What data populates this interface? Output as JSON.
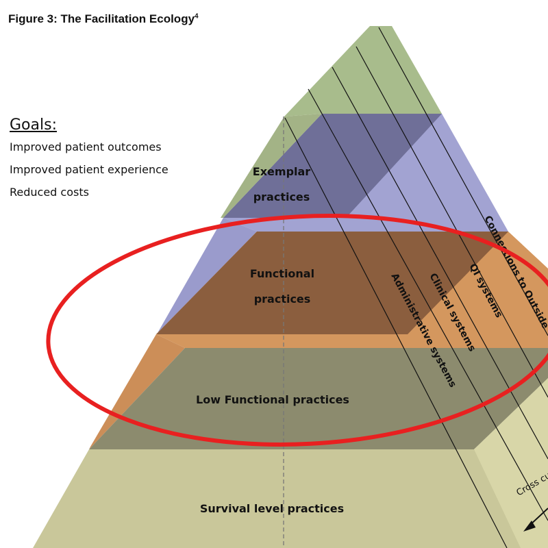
{
  "figure": {
    "title": "Figure 3:  The Facilitation Ecology",
    "title_superscript": "4"
  },
  "goals": {
    "heading": "Goals:",
    "items": [
      "Improved patient outcomes",
      "Improved patient experience",
      "Reduced costs"
    ]
  },
  "levels": [
    {
      "lines": [
        "Exemplar",
        "practices"
      ],
      "color": "#a3b386"
    },
    {
      "lines": [
        "Functional",
        "practices"
      ],
      "color": "#8b5e3e"
    },
    {
      "lines": [
        "Low Functional practices"
      ],
      "color": "#8c8b6e"
    },
    {
      "lines": [
        "Survival level practices"
      ],
      "color": "#c9c79a"
    }
  ],
  "cross_cutting": {
    "systems": [
      "Administrative systems",
      "Clinical systems",
      "QI  systems",
      "Connections to Outside"
    ],
    "label_partial": "Cross cut"
  },
  "colors": {
    "upper_green": "#a8bc8c",
    "blue": "#a2a3d2",
    "blue_dark": "#6e6e96",
    "orange": "#d4975e",
    "brown": "#8b5e3e",
    "olive": "#8c8b6e",
    "survival": "#c9c79a",
    "ring": "#e82020"
  }
}
